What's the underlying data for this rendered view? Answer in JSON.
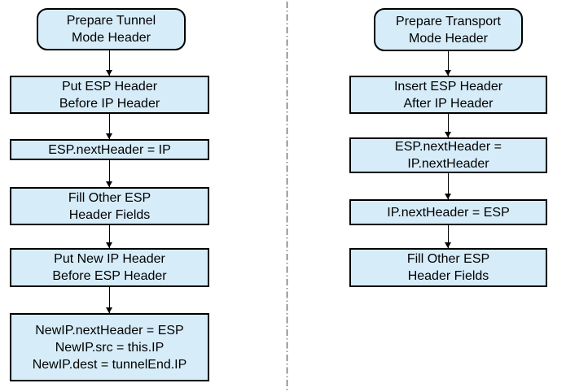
{
  "colors": {
    "background": "#FFFFFF",
    "node-fill": "#D6ECF9",
    "node-border": "#000000",
    "text": "#000000",
    "arrow": "#000000",
    "divider": "#737373"
  },
  "flows": [
    {
      "nodes": [
        {
          "shape": "rounded",
          "lines": [
            "Prepare Tunnel",
            "Mode Header"
          ]
        },
        {
          "shape": "rect",
          "lines": [
            "Put ESP Header",
            "Before IP Header"
          ]
        },
        {
          "shape": "rect",
          "lines": [
            "ESP.nextHeader = IP"
          ]
        },
        {
          "shape": "rect",
          "lines": [
            "Fill Other ESP",
            "Header Fields"
          ]
        },
        {
          "shape": "rect",
          "lines": [
            "Put New IP Header",
            "Before ESP Header"
          ]
        },
        {
          "shape": "rect",
          "lines": [
            "NewIP.nextHeader = ESP",
            "NewIP.src = this.IP",
            "NewIP.dest = tunnelEnd.IP"
          ]
        }
      ]
    },
    {
      "nodes": [
        {
          "shape": "rounded",
          "lines": [
            "Prepare Transport",
            "Mode Header"
          ]
        },
        {
          "shape": "rect",
          "lines": [
            "Insert ESP Header",
            "After IP Header"
          ]
        },
        {
          "shape": "rect",
          "lines": [
            "ESP.nextHeader =",
            "IP.nextHeader"
          ]
        },
        {
          "shape": "rect",
          "lines": [
            "IP.nextHeader = ESP"
          ]
        },
        {
          "shape": "rect",
          "lines": [
            "Fill Other ESP",
            "Header Fields"
          ]
        }
      ]
    }
  ]
}
